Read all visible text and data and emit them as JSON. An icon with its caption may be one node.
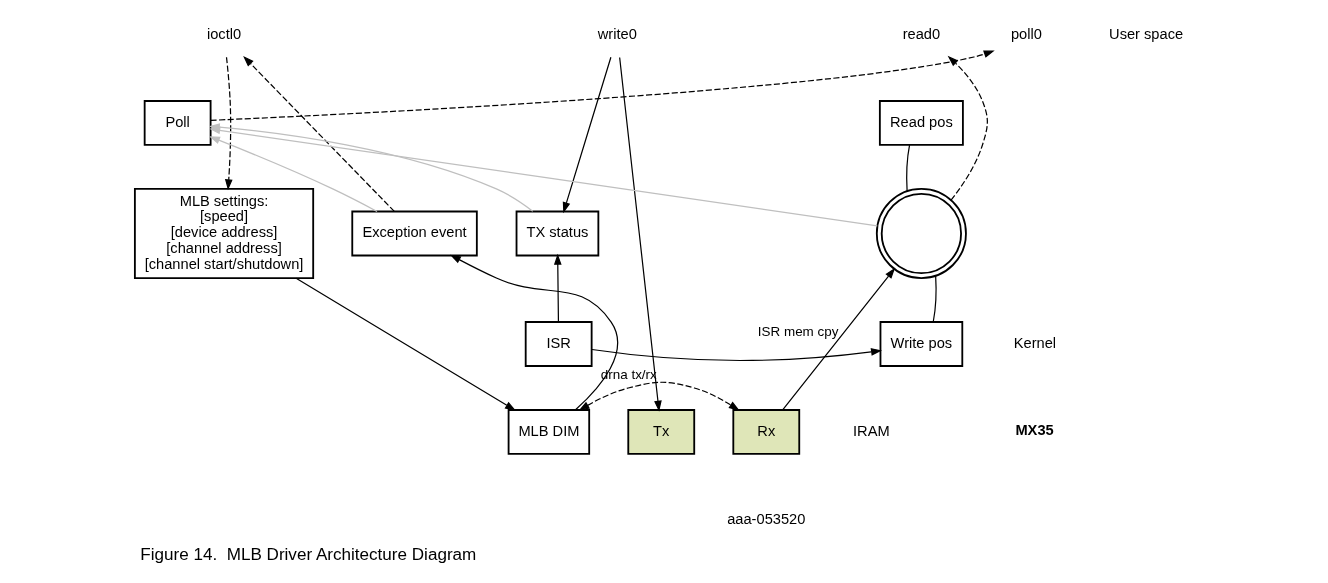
{
  "diagram": {
    "caption": "Figure 14.  MLB Driver Architecture Diagram",
    "nodes": [
      {
        "text": [
          "ioctl0"
        ]
      },
      {
        "text": [
          "write0"
        ]
      },
      {
        "text": [
          "poll0"
        ]
      },
      {
        "text": [
          "read0"
        ]
      },
      {
        "text": [
          "MLB settings:",
          "[speed]",
          "[device address]",
          "[channel address]",
          "[channel start/shutdown]"
        ]
      },
      {
        "text": [
          "Exception event"
        ]
      },
      {
        "text": [
          "Poll"
        ]
      },
      {
        "text": [
          "Read pos"
        ]
      },
      {
        "text": [],
        "shape": "circle"
      },
      {
        "text": [
          "TX status"
        ]
      },
      {
        "text": [
          "ISR"
        ]
      },
      {
        "text": [
          "Write pos"
        ]
      },
      {
        "text": [
          "MLB DIM"
        ]
      },
      {
        "text": [
          "Tx"
        ]
      },
      {
        "text": [
          "Rx"
        ]
      }
    ],
    "edges": [
      {
        "from": 0,
        "to": 4,
        "arrow": "to",
        "style": "dashed"
      },
      {
        "from": 5,
        "to": 0,
        "arrow": "to",
        "style": "dashed"
      },
      {
        "from": 1,
        "to": 9,
        "arrow": "to"
      },
      {
        "from": 1,
        "to": 13,
        "arrow": "to"
      },
      {
        "from": 6,
        "to": 2,
        "arrow": "to",
        "style": "dashed"
      },
      {
        "from": 8,
        "to": 3,
        "arrow": "to",
        "style": "dashed"
      },
      {
        "from": 5,
        "to": 6,
        "arrow": "to",
        "color": "#bfbfbf"
      },
      {
        "from": 9,
        "to": 6,
        "arrow": "to",
        "color": "#bfbfbf"
      },
      {
        "from": 8,
        "to": 6,
        "arrow": "to",
        "color": "#bfbfbf"
      },
      {
        "from": 7,
        "to": 8,
        "arrow": "none"
      },
      {
        "from": 10,
        "to": 9,
        "arrow": "to"
      },
      {
        "from": 10,
        "to": 11,
        "arrow": "to"
      },
      {
        "from": 11,
        "to": 8,
        "arrow": "none"
      },
      {
        "from": 14,
        "to": 8,
        "arrow": "to",
        "label": "ISR mem cpy"
      },
      {
        "from": 4,
        "to": 12,
        "arrow": "to"
      },
      {
        "from": 12,
        "to": 5,
        "arrow": "to"
      },
      {
        "from": 12,
        "to": 14,
        "arrow": "both",
        "style": "dashed",
        "label": "drna tx/rx"
      }
    ],
    "labels": [
      "User space",
      "Kernel",
      "MX35",
      "IRAM",
      "aaa-053520"
    ]
  }
}
